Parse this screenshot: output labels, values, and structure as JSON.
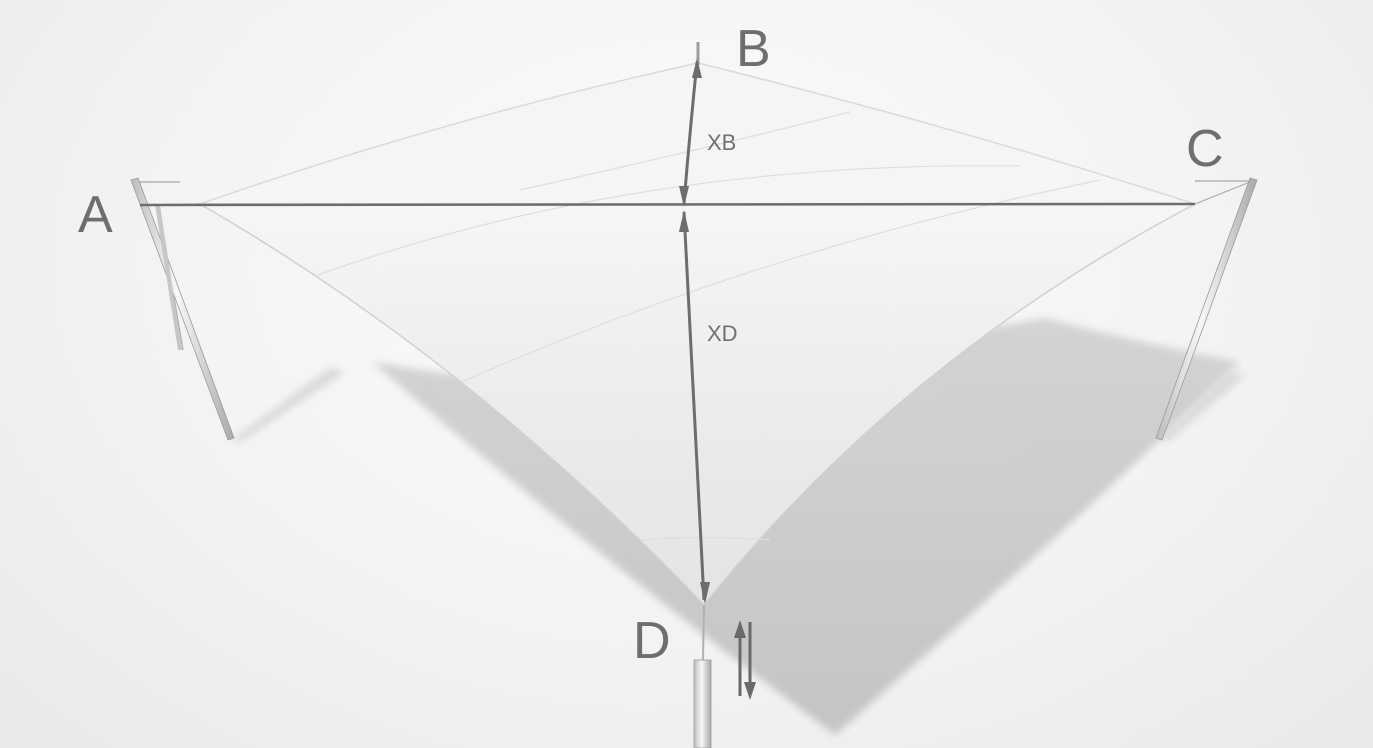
{
  "corners": {
    "a": "A",
    "b": "B",
    "c": "C",
    "d": "D"
  },
  "dimensions": {
    "xb": "XB",
    "xd": "XD"
  },
  "colors": {
    "sail": "#efefef",
    "shadow": "#c9c9c9",
    "measure_line": "#6d6d6d",
    "background": "#f4f4f4"
  }
}
